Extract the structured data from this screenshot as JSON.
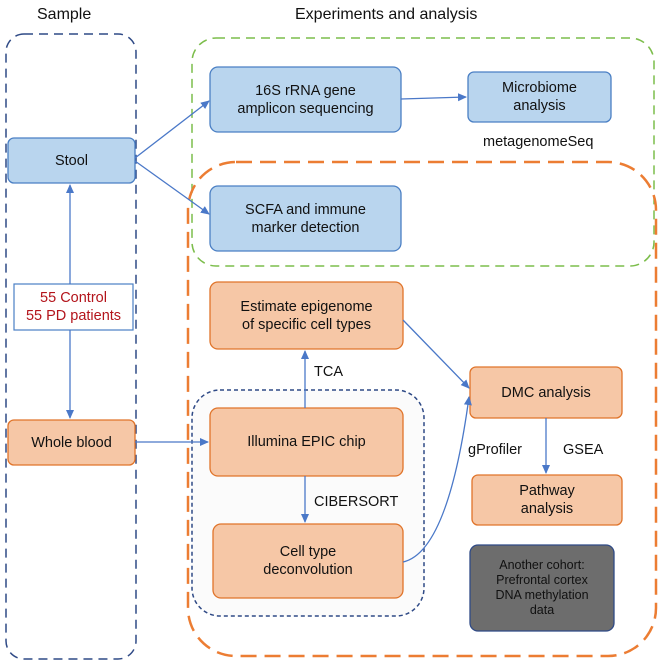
{
  "headers": {
    "sample": "Sample",
    "experiments": "Experiments and analysis"
  },
  "nodes": {
    "stool": "Stool",
    "cohort": "55 Control\n55 PD patients",
    "whole_blood": "Whole blood",
    "rrna": "16S rRNA gene\namplicon sequencing",
    "microbiome": "Microbiome\nanalysis",
    "scfa": "SCFA and immune\nmarker detection",
    "epigenome": "Estimate epigenome\nof specific cell types",
    "illumina": "Illumina EPIC chip",
    "deconv": "Cell type\ndeconvolution",
    "dmc": "DMC analysis",
    "pathway": "Pathway\nanalysis",
    "another": "Another cohort:\nPrefrontal cortex\nDNA methylation\ndata"
  },
  "edge_labels": {
    "metagenomeseq": "metagenomeSeq",
    "tca": "TCA",
    "cibersort": "CIBERSORT",
    "gprofiler": "gProfiler",
    "gsea": "GSEA"
  },
  "colors": {
    "blue_fill": "#b9d5ee",
    "blue_stroke": "#4a7fc4",
    "orange_fill": "#f6c7a6",
    "orange_stroke": "#e0742a",
    "gray_fill": "#6d6d6d",
    "green_dash": "#7cbd4b",
    "orange_dash": "#ec7d33",
    "navy_dash": "#2f4a86",
    "arrow": "#4a78c8",
    "cohort_text": "#b3141b"
  }
}
